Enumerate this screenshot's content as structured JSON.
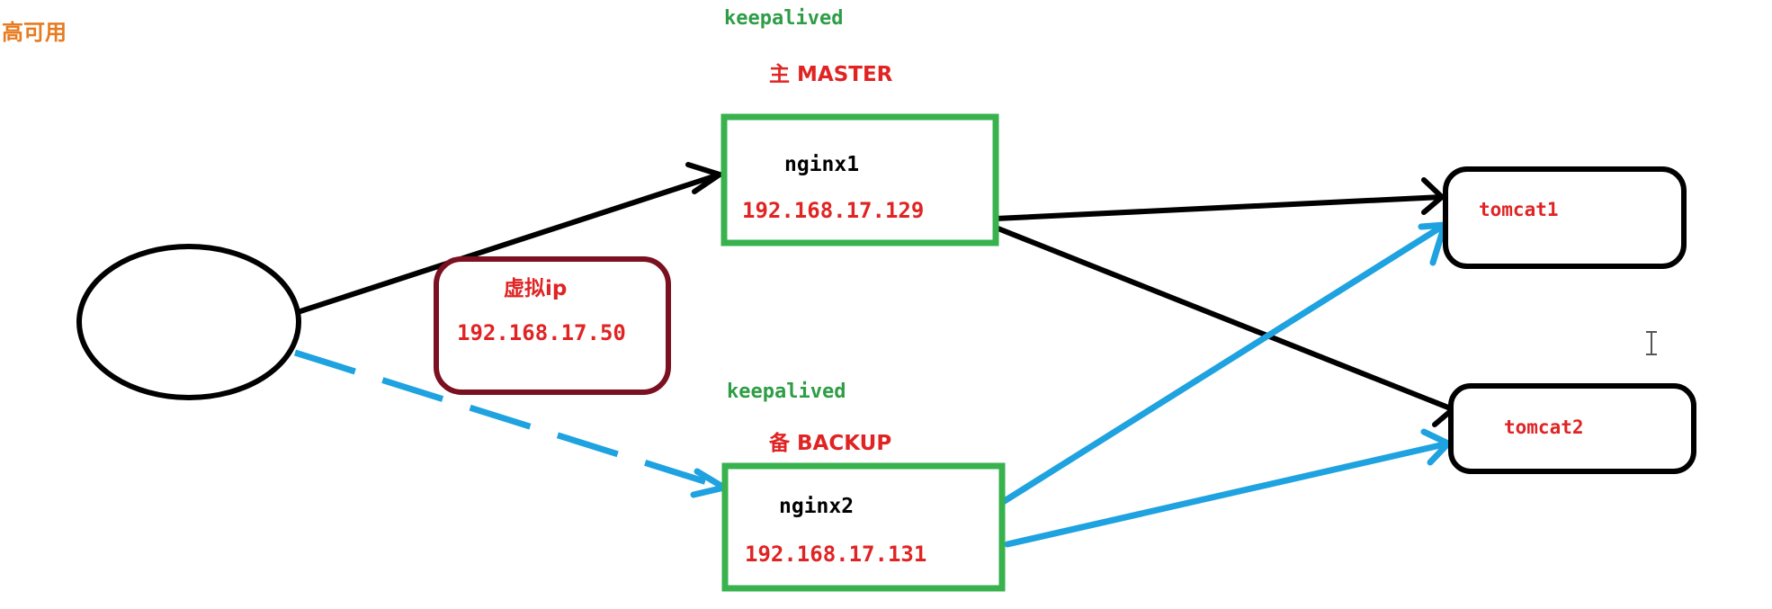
{
  "title": "高可用",
  "master": {
    "software": "keepalived",
    "role": "主 MASTER",
    "name": "nginx1",
    "ip": "192.168.17.129"
  },
  "backup": {
    "software": "keepalived",
    "role": "备 BACKUP",
    "name": "nginx2",
    "ip": "192.168.17.131"
  },
  "vip": {
    "label": "虚拟ip",
    "ip": "192.168.17.50"
  },
  "servers": [
    {
      "name": "tomcat1"
    },
    {
      "name": "tomcat2"
    }
  ],
  "colors": {
    "title": "#e87a1f",
    "keepalived": "#2e9d46",
    "red_text": "#e02424",
    "nginx_border": "#37b24d",
    "vip_border": "#7a1020",
    "black_line": "#000000",
    "blue_line": "#1ea2e0"
  }
}
